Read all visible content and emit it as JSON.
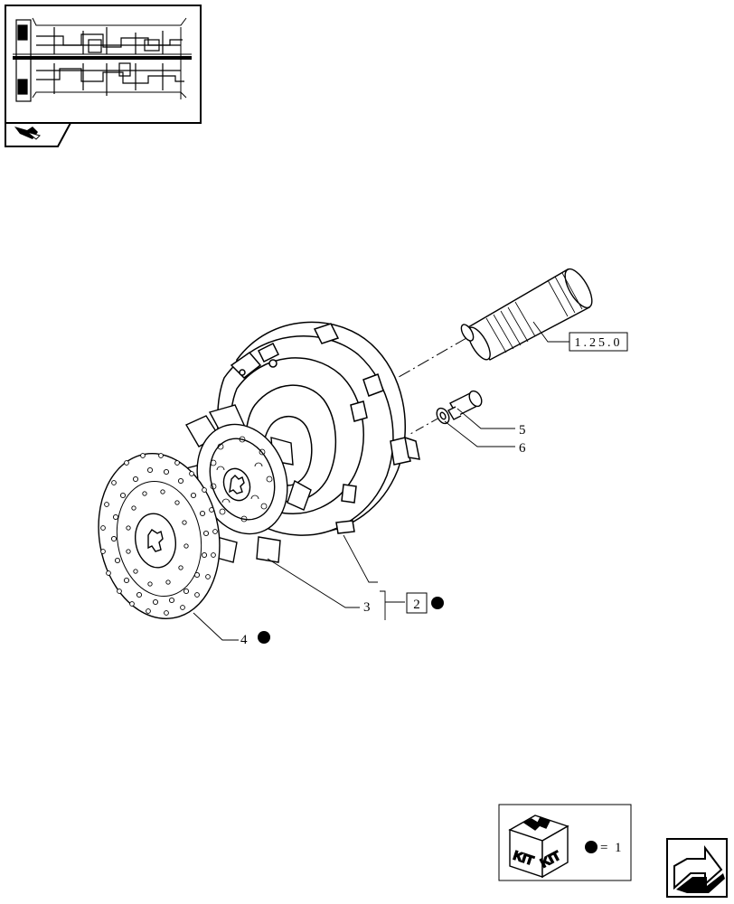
{
  "thumbnail": {
    "icon": "transmission-section-thumbnail"
  },
  "callouts": {
    "shaft_ref": "1.25.0",
    "item_5": "5",
    "item_6": "6",
    "item_3": "3",
    "item_2": "2",
    "item_4": "4"
  },
  "kit_legend": {
    "badge_left": "KIT",
    "badge_right": "KIT",
    "equals": "=",
    "quantity": "1"
  },
  "nav": {
    "icon": "next-page-arrow-icon"
  }
}
